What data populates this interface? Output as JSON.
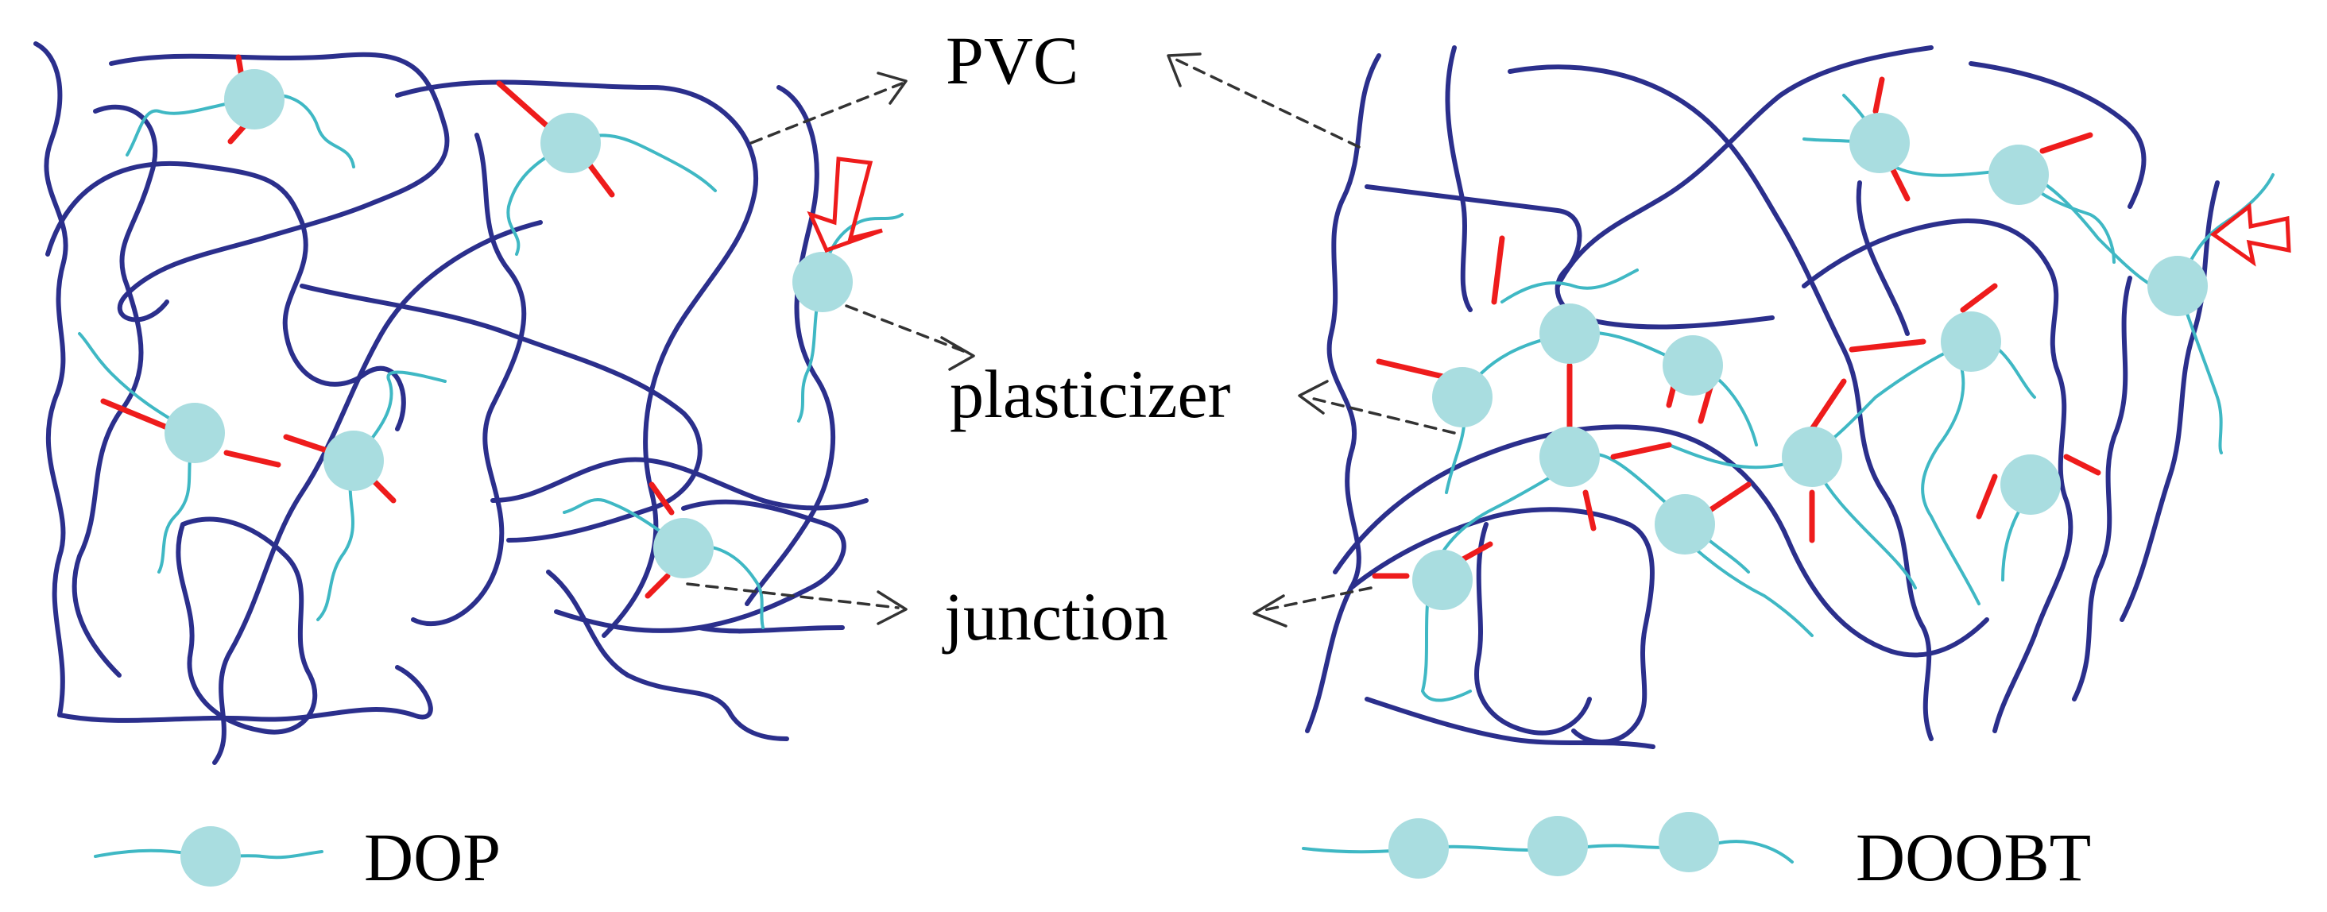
{
  "labels": {
    "pvc": "PVC",
    "plasticizer": "plasticizer",
    "junction": "junction"
  },
  "legend": {
    "dop": "DOP",
    "doobt": "DOOBT"
  },
  "colors": {
    "pvc_chain": "#2b2f8c",
    "plasticizer_chain": "#3fb8c4",
    "plasticizer_bead": "#a9dde0",
    "junction": "#ee1c1c",
    "arrow": "#333333",
    "indicator_arrow": "#ee1c1c"
  }
}
